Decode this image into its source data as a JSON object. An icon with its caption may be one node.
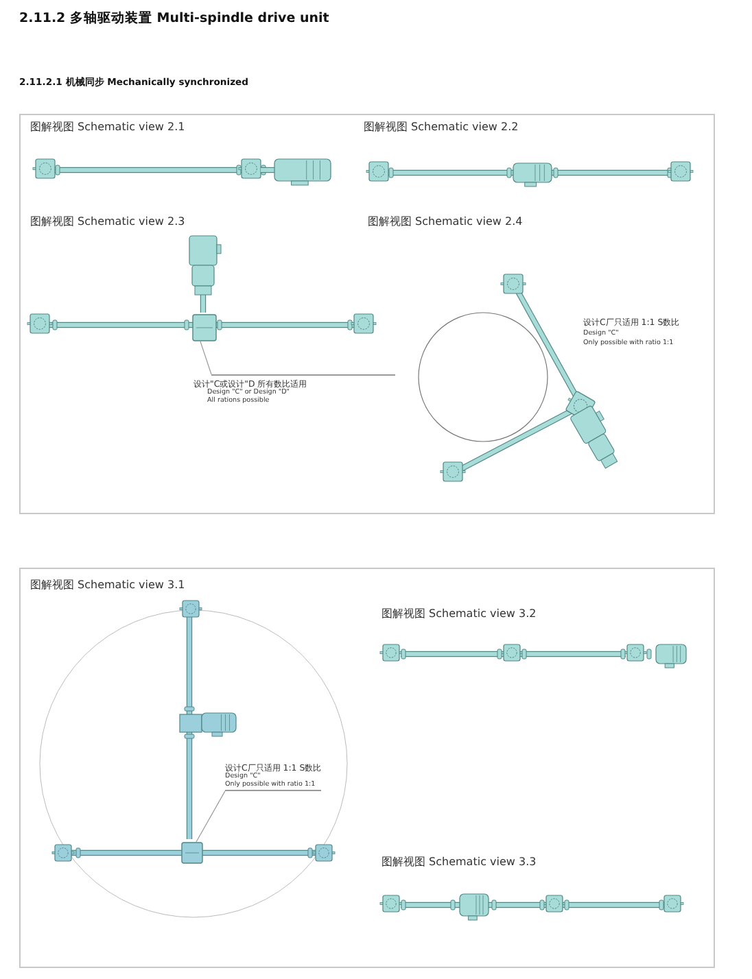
{
  "diagram": {
    "title": "2.11.2 多轴驱动装置 Multi-spindle drive unit",
    "nodes": [
      {
        "text": [],
        "shape": "box"
      },
      {
        "text": [
          "设计\"C或设计\"D 所有数比适用",
          "Design \"C\" or Design \"D\"",
          "All rations possible"
        ],
        "in": 0
      },
      {
        "text": [],
        "shape": "picture",
        "in": 0
      },
      {
        "text": [],
        "shape": "box"
      },
      {
        "text": [
          "设计C厂只适用 1:1 S数比",
          "Design \"C\"",
          "Only possible with ratio 1:1"
        ],
        "in": 3
      },
      {
        "text": [],
        "shape": "picture",
        "in": 3
      }
    ],
    "edges": [
      {
        "from": 1,
        "to": 2,
        "arrow": "none"
      },
      {
        "from": 4,
        "to": 5,
        "arrow": "none"
      }
    ],
    "labels": [
      "2.11.2.1 机械同步 Mechanically synchronized",
      "图解视图 Schematic view 2.1",
      "图解视图 Schematic view 2.2",
      "图解视图 Schematic view 2.3",
      "图解视图 Schematic view 2.4",
      "设计C厂只适用 1:1 S数比",
      "Design \"C\"",
      "Only possible with ratio 1:1",
      "图解视图 Schematic view 3.1",
      "图解视图 Schematic view 3.2",
      "图解视图 Schematic view 3.3"
    ]
  }
}
